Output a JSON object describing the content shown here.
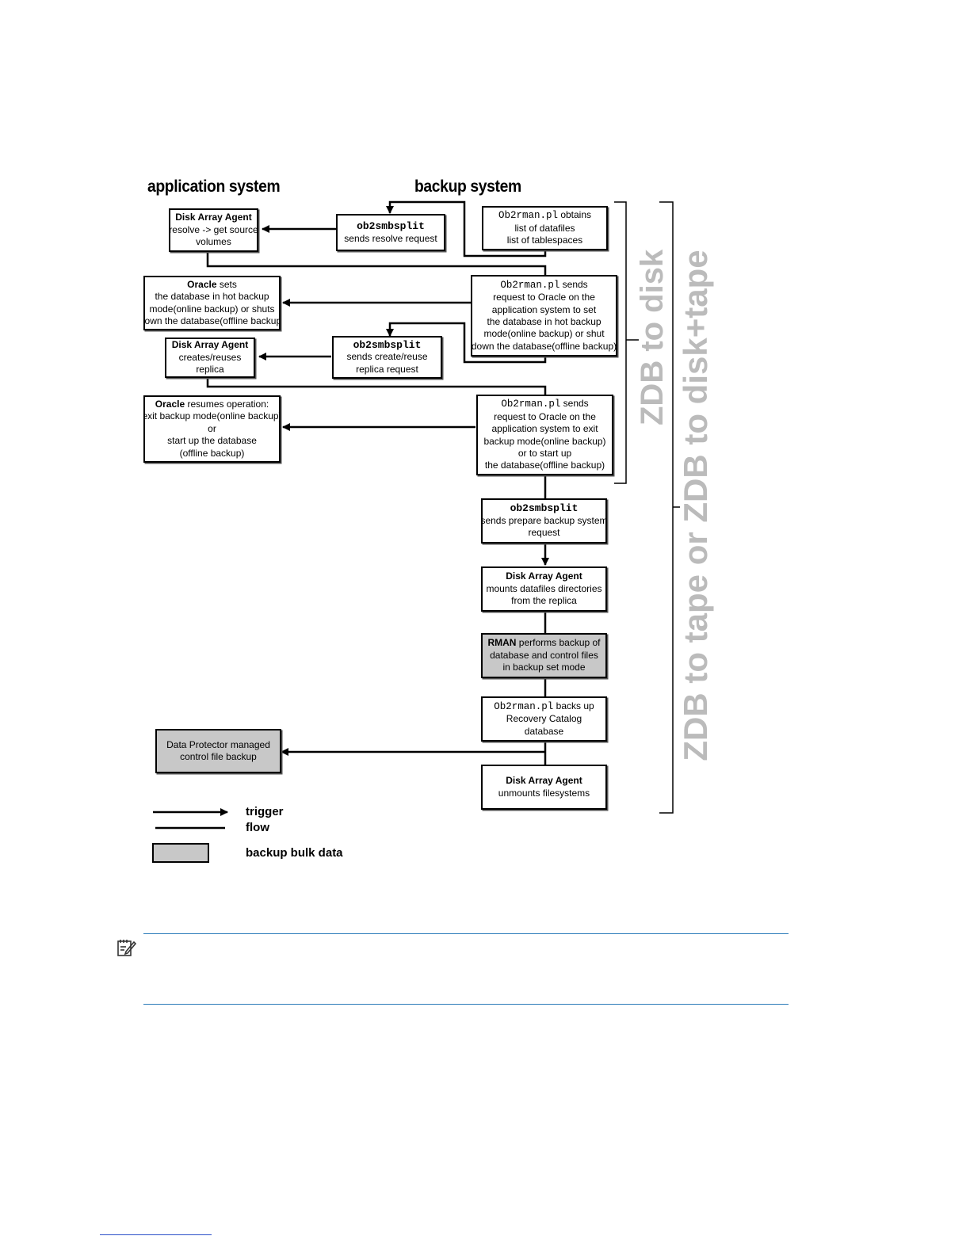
{
  "headings": {
    "application_system": "application system",
    "backup_system": "backup system"
  },
  "side_labels": {
    "zdb_to_disk": "ZDB to disk",
    "zdb_to_tape": "ZDB to tape or ZDB to disk+tape"
  },
  "boxes": {
    "daa_resolve": {
      "title": "Disk Array Agent",
      "lines": [
        "resolve -> get source",
        "volumes"
      ]
    },
    "ob2_resolve": {
      "cmd": "ob2smbsplit",
      "lines": [
        "sends resolve request"
      ]
    },
    "rman_obtains": {
      "cmd": "Ob2rman.pl",
      "first_suffix": " obtains",
      "lines": [
        "list of datafiles",
        "list of tablespaces"
      ]
    },
    "oracle_sets": {
      "title": "Oracle",
      "title_suffix": " sets",
      "lines": [
        "the database in hot backup",
        "mode(online backup) or shuts",
        "down the database(offline backup)"
      ]
    },
    "rman_sends_1": {
      "cmd": "Ob2rman.pl",
      "first_suffix": " sends",
      "lines": [
        "request to Oracle on the",
        "application system to set",
        "the database in hot backup",
        "mode(online backup) or shut",
        "down the database(offline backup)"
      ]
    },
    "daa_creates": {
      "title": "Disk Array Agent",
      "lines": [
        "creates/reuses",
        "replica"
      ]
    },
    "ob2_create": {
      "cmd": "ob2smbsplit",
      "lines": [
        "sends create/reuse",
        "replica request"
      ]
    },
    "oracle_resumes": {
      "title": "Oracle",
      "title_suffix": " resumes operation:",
      "lines": [
        "exit backup mode(online backup)",
        "or",
        "start up the database",
        "(offline backup)"
      ]
    },
    "rman_sends_2": {
      "cmd": "Ob2rman.pl",
      "first_suffix": " sends",
      "lines": [
        "request to Oracle on the",
        "application system to exit",
        "backup mode(online backup)",
        "or to start up",
        "the database(offline backup)"
      ]
    },
    "ob2_prepare": {
      "cmd": "ob2smbsplit",
      "lines": [
        "sends prepare backup system",
        "request"
      ]
    },
    "daa_mounts": {
      "title": "Disk Array Agent",
      "lines": [
        "mounts datafiles directories",
        "from the replica"
      ]
    },
    "rman_backup": {
      "title": "RMAN",
      "title_suffix": " performs backup of",
      "lines": [
        "database and control files",
        "in backup set mode"
      ]
    },
    "rman_catalog": {
      "cmd": "Ob2rman.pl",
      "first_suffix": " backs up",
      "lines": [
        "Recovery Catalog",
        "database"
      ]
    },
    "dp_control": {
      "lines": [
        "Data Protector managed",
        "control file backup"
      ]
    },
    "daa_unmounts": {
      "title": "Disk Array Agent",
      "lines": [
        "unmounts filesystems"
      ]
    }
  },
  "legend": {
    "trigger": "trigger",
    "flow": "flow",
    "bulk": "backup bulk data"
  },
  "colors": {
    "gray_box": "#c8c8c8",
    "side_label": "#bbbbbb",
    "rule": "#2b7bb9"
  },
  "icons": {
    "note": "note-icon"
  }
}
